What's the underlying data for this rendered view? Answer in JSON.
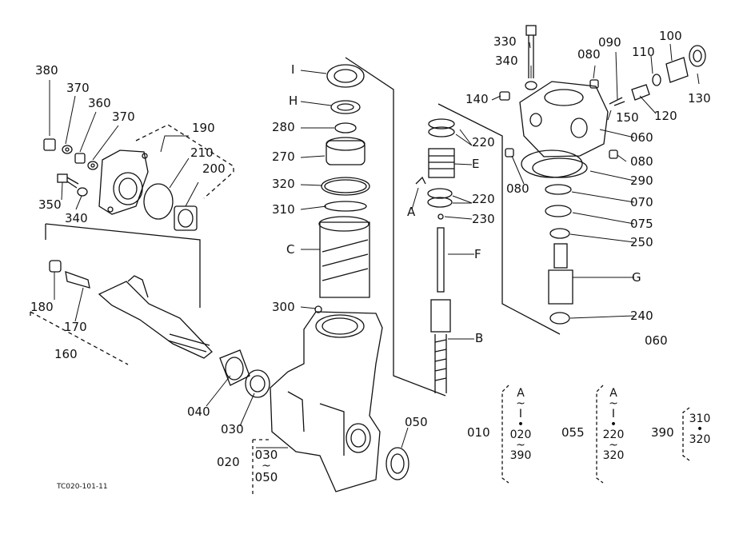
{
  "labels": {
    "p380": "380",
    "p370a": "370",
    "p360": "360",
    "p370b": "370",
    "p190": "190",
    "p210": "210",
    "p200": "200",
    "p350": "350",
    "p340a": "340",
    "p180": "180",
    "p170": "170",
    "p160": "160",
    "p040": "040",
    "p030": "030",
    "pI": "I",
    "pH": "H",
    "p280": "280",
    "p270": "270",
    "p320": "320",
    "p310": "310",
    "pC": "C",
    "p300": "300",
    "p330": "330",
    "p340b": "340",
    "p140": "140",
    "p090": "090",
    "p080a": "080",
    "p100": "100",
    "p110": "110",
    "p130": "130",
    "p120": "120",
    "p150": "150",
    "p060a": "060",
    "p080b": "080",
    "p290": "290",
    "p080c": "080",
    "p070": "070",
    "p075": "075",
    "p250": "250",
    "pG": "G",
    "p240": "240",
    "p060b": "060",
    "p220a": "220",
    "pE": "E",
    "pA": "A",
    "p220b": "220",
    "p230": "230",
    "pF": "F",
    "pB": "B",
    "p050": "050",
    "p020": "020",
    "g020_top": "030",
    "g020_tilde": "~",
    "g020_bot": "050",
    "code": "TC020-101-11"
  },
  "groups": {
    "g010": {
      "label": "010",
      "top": "A",
      "tilde1": "~",
      "mid": "I",
      "dot": "•",
      "low": "020",
      "tilde2": "~",
      "bot": "390"
    },
    "g055": {
      "label": "055",
      "top": "A",
      "tilde1": "~",
      "mid": "I",
      "dot": "•",
      "low": "220",
      "tilde2": "~",
      "bot": "320"
    },
    "g390": {
      "label": "390",
      "top": "310",
      "dot": "•",
      "bot": "320"
    }
  }
}
